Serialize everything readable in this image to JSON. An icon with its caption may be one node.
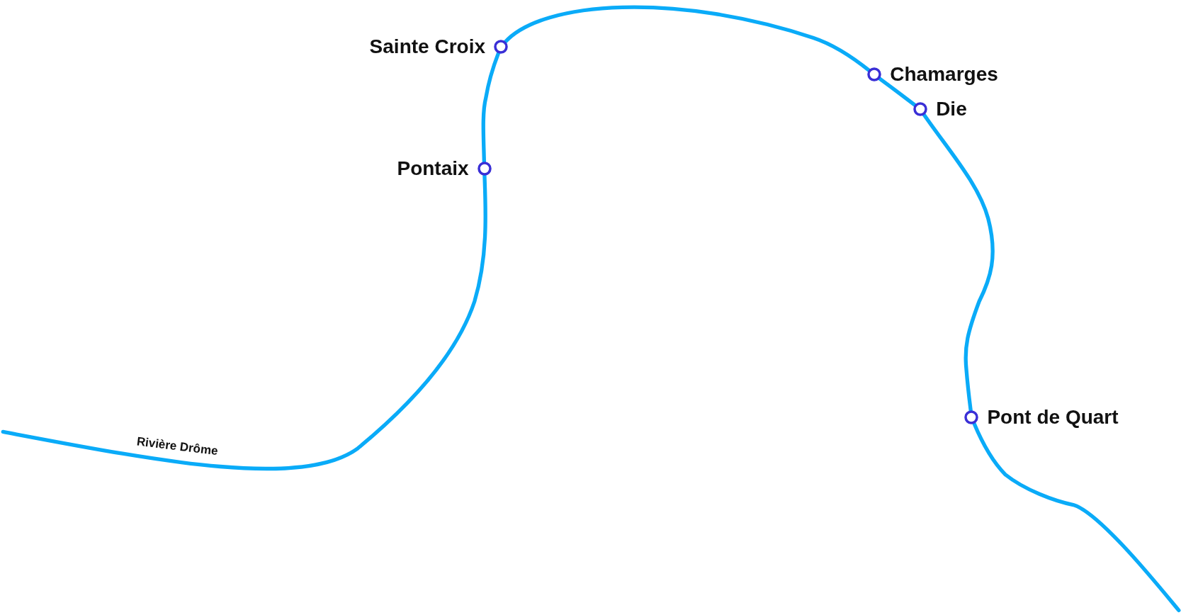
{
  "diagram": {
    "nodes": [
      {
        "text": [
          "Pontaix"
        ]
      },
      {
        "text": [
          "Sainte Croix"
        ]
      },
      {
        "text": [
          "Chamarges"
        ]
      },
      {
        "text": [
          "Die"
        ]
      },
      {
        "text": [
          "Pont de Quart"
        ]
      }
    ],
    "edges": [
      {
        "from": null,
        "to": 0,
        "arrow": "none",
        "label": "Rivière Drôme"
      },
      {
        "from": 0,
        "to": 1,
        "arrow": "none"
      },
      {
        "from": 1,
        "to": 2,
        "arrow": "none"
      },
      {
        "from": 2,
        "to": 3,
        "arrow": "none"
      },
      {
        "from": 3,
        "to": 4,
        "arrow": "none"
      },
      {
        "from": 4,
        "to": null,
        "arrow": "none"
      }
    ]
  }
}
